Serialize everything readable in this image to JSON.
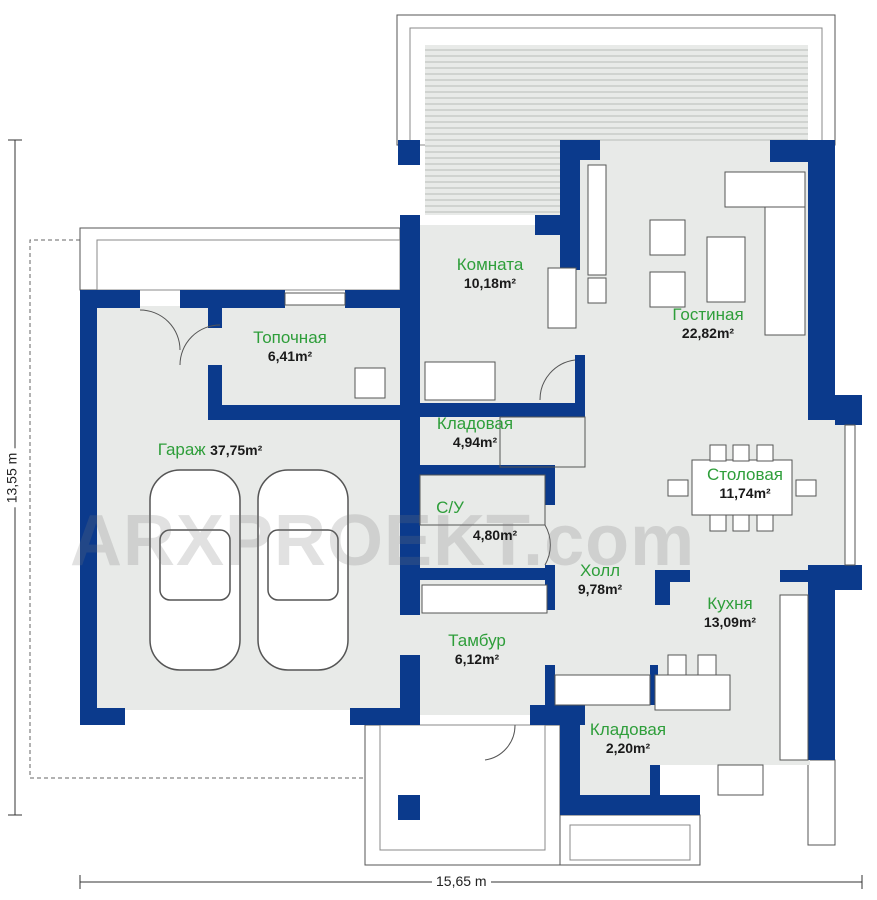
{
  "watermark": "ARXPROEKT.com",
  "dimensions": {
    "height": "13,55 m",
    "width": "15,65 m"
  },
  "rooms": [
    {
      "name": "Гараж",
      "area": "37,75m²"
    },
    {
      "name": "Топочная",
      "area": "6,41m²"
    },
    {
      "name": "Комната",
      "area": "10,18m²"
    },
    {
      "name": "Гостиная",
      "area": "22,82m²"
    },
    {
      "name": "Кладовая",
      "area": "4,94m²"
    },
    {
      "name": "С/У",
      "area": "4,80m²"
    },
    {
      "name": "Столовая",
      "area": "11,74m²"
    },
    {
      "name": "Холл",
      "area": "9,78m²"
    },
    {
      "name": "Кухня",
      "area": "13,09m²"
    },
    {
      "name": "Тамбур",
      "area": "6,12m²"
    },
    {
      "name": "Кладовая",
      "area": "2,20m²"
    }
  ],
  "colors": {
    "wall": "#0b3a8c",
    "floor": "#e8eae8",
    "label": "#2e9e3a"
  }
}
